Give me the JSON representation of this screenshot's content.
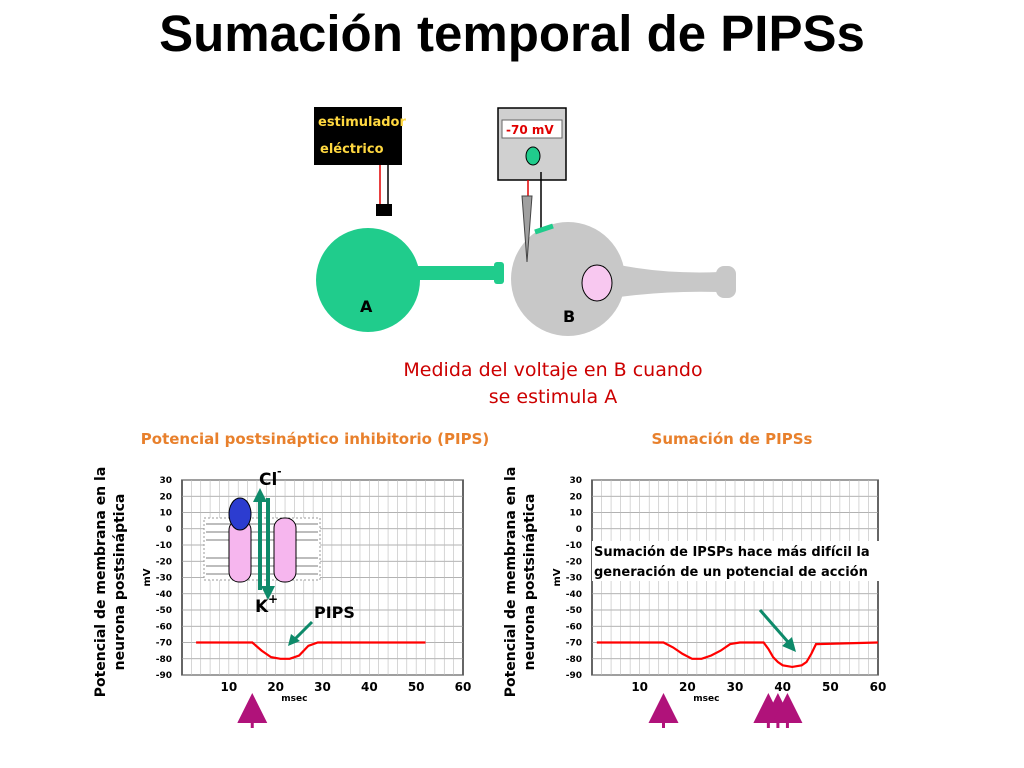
{
  "title": "Sumación temporal de PIPSs",
  "colors": {
    "neuron_a": "#20cc8c",
    "neuron_b": "#c8c8c8",
    "nucleus": "#f8c8f0",
    "trace": "#ff0000",
    "caption": "#cc0000",
    "chart_title": "#e8802c",
    "arrow": "#b0127a"
  },
  "diagram": {
    "stimulator_line1": "estimulador",
    "stimulator_line2": "eléctrico",
    "voltmeter_reading": "-70 mV",
    "neuron_a_label": "A",
    "neuron_b_label": "B",
    "caption_line1": "Medida del voltaje en B cuando",
    "caption_line2": "se estimula A"
  },
  "left_panel": {
    "chart_title": "Potencial postsináptico inhibitorio (PIPS)",
    "channel_top_ion": "Cl",
    "channel_top_charge": "-",
    "channel_bottom_ion": "K",
    "channel_bottom_charge": "+",
    "pips_label": "PIPS"
  },
  "right_panel": {
    "chart_title": "Sumación de PIPSs",
    "note_line1": "Sumación de IPSPs hace más difícil la",
    "note_line2": "generación de un potencial de acción"
  },
  "chart_data": [
    {
      "type": "line",
      "title": "Potencial postsináptico inhibitorio (PIPS)",
      "xlabel": "msec",
      "ylabel": "mV",
      "ylabel_outer": "Potencial de membrana en la neurona postsináptica",
      "xlim": [
        0,
        60
      ],
      "ylim": [
        -90,
        30
      ],
      "xticks": [
        10,
        20,
        30,
        40,
        50,
        60
      ],
      "yticks": [
        30,
        20,
        10,
        0,
        -10,
        -20,
        -30,
        -40,
        -50,
        -60,
        -70,
        -80,
        -90
      ],
      "grid": true,
      "series": [
        {
          "x": [
            3,
            15,
            17,
            19,
            21,
            23,
            25,
            26,
            27,
            29,
            52
          ],
          "y": [
            -70,
            -70,
            -75,
            -79,
            -80,
            -80,
            -78,
            -75,
            -72,
            -70,
            -70
          ]
        }
      ],
      "stimulus_x": [
        15
      ]
    },
    {
      "type": "line",
      "title": "Sumación de PIPSs",
      "xlabel": "msec",
      "ylabel": "mV",
      "ylabel_outer": "Potencial de membrana en la neurona postsináptica",
      "xlim": [
        0,
        60
      ],
      "ylim": [
        -90,
        30
      ],
      "xticks": [
        10,
        20,
        30,
        40,
        50,
        60
      ],
      "yticks": [
        30,
        20,
        10,
        0,
        -10,
        -20,
        -30,
        -40,
        -50,
        -60,
        -70,
        -80,
        -90
      ],
      "grid": true,
      "series": [
        {
          "x": [
            1,
            15,
            17,
            19,
            21,
            23,
            25,
            27,
            29,
            31,
            36,
            37,
            38,
            39,
            40,
            42,
            44,
            45,
            46,
            47,
            60
          ],
          "y": [
            -70,
            -70,
            -73,
            -77,
            -80,
            -80,
            -78,
            -75,
            -71,
            -70,
            -70,
            -74,
            -79,
            -82,
            -84,
            -85,
            -84,
            -82,
            -77,
            -71,
            -70
          ]
        }
      ],
      "stimulus_x": [
        15,
        37,
        39,
        41
      ]
    }
  ]
}
